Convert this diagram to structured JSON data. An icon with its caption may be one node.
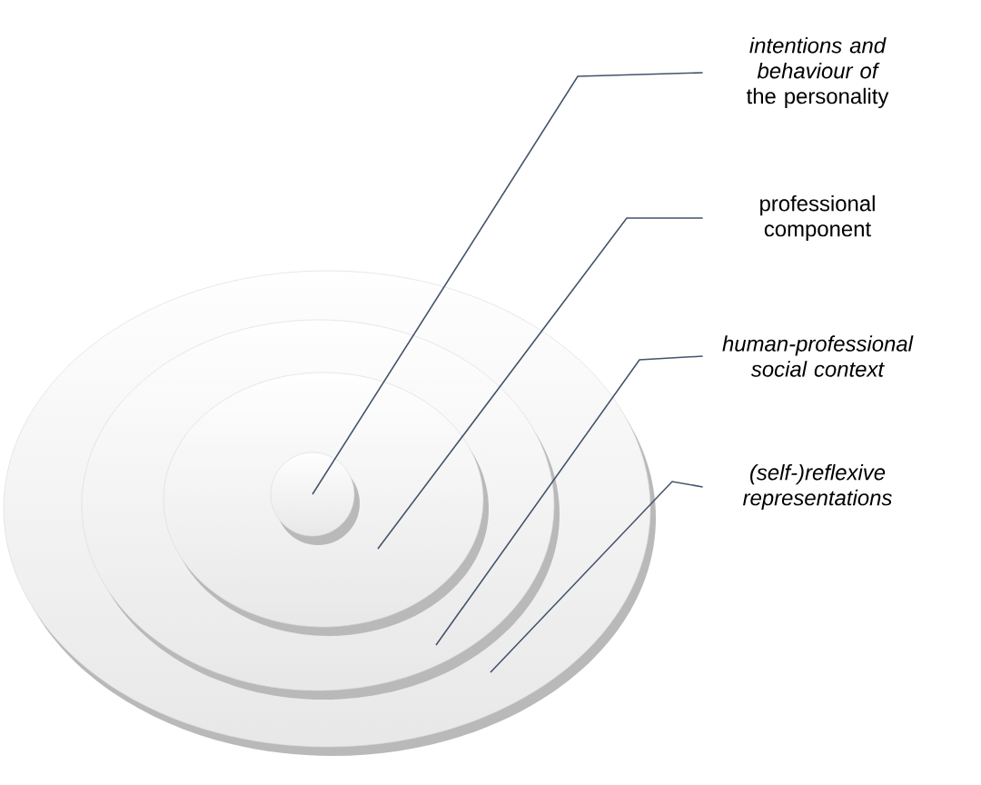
{
  "diagram": {
    "nodes": [
      {
        "text": [
          "*intentions and behaviour of* the personality"
        ]
      },
      {
        "text": [
          "professional component"
        ]
      },
      {
        "text": [
          "human-professional social context"
        ]
      },
      {
        "text": [
          "(self-)reflexive representations"
        ]
      },
      {
        "text": [],
        "shape": "ellipse"
      },
      {
        "text": [],
        "shape": "ellipse",
        "in": 4
      },
      {
        "text": [],
        "shape": "ellipse",
        "in": 5
      },
      {
        "text": [],
        "shape": "circle",
        "in": 6
      }
    ],
    "edges": [
      {
        "from": 0,
        "to": 7,
        "arrow": "none"
      },
      {
        "from": 1,
        "to": 6,
        "arrow": "none"
      },
      {
        "from": 2,
        "to": 5,
        "arrow": "none"
      },
      {
        "from": 3,
        "to": 4,
        "arrow": "none"
      }
    ]
  }
}
